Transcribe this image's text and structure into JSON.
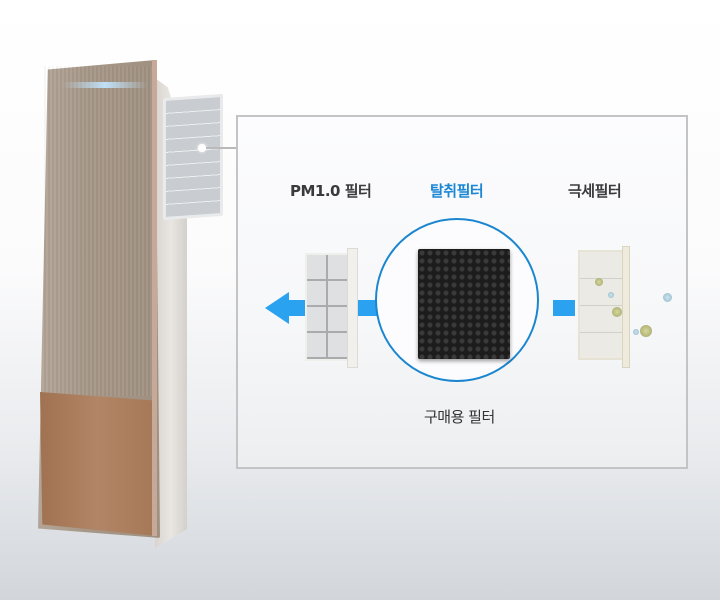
{
  "diagram": {
    "labels": {
      "pm_filter": "PM1.0 필터",
      "deodorizing_filter": "탈취필터",
      "fine_filter": "극세필터",
      "purchase_filter": "구매용 필터"
    },
    "colors": {
      "accent": "#1b87d4",
      "arrow": "#2aa2f0",
      "text": "#3a3a3a",
      "panel_border": "#c4c4c6"
    }
  }
}
